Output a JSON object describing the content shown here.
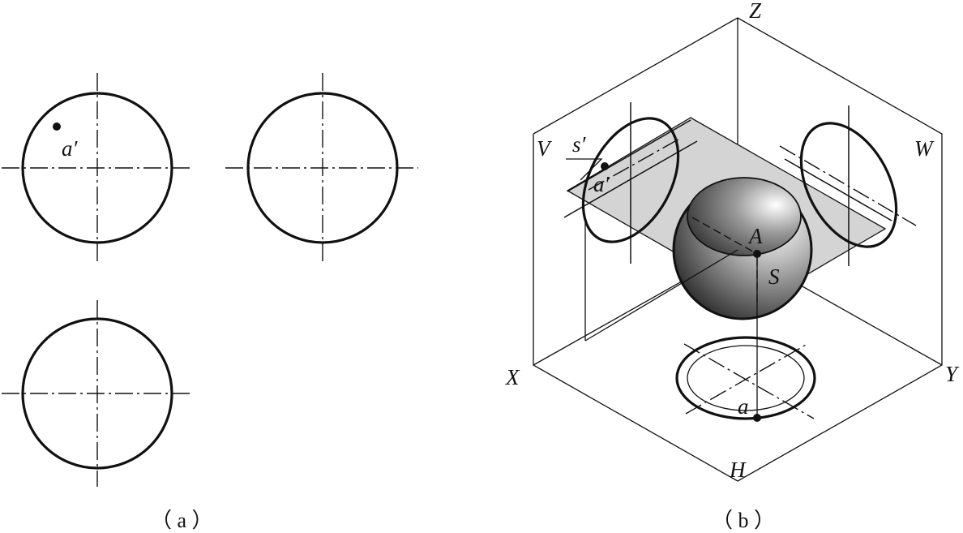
{
  "figure_a": {
    "point_label": "a′",
    "caption": "（ a ）"
  },
  "figure_b": {
    "axis_labels": {
      "x": "X",
      "y": "Y",
      "z": "Z"
    },
    "plane_labels": {
      "v": "V",
      "w": "W",
      "h": "H"
    },
    "point_labels": {
      "a_prime": "a′",
      "s_prime": "s′",
      "A": "A",
      "S": "S",
      "a": "a"
    },
    "caption": "（ b ）"
  },
  "colors": {
    "ink": "#111111",
    "plane_fill": "#d4d4d4",
    "sphere_dark": "#2a2a2a",
    "sphere_light": "#ffffff"
  }
}
